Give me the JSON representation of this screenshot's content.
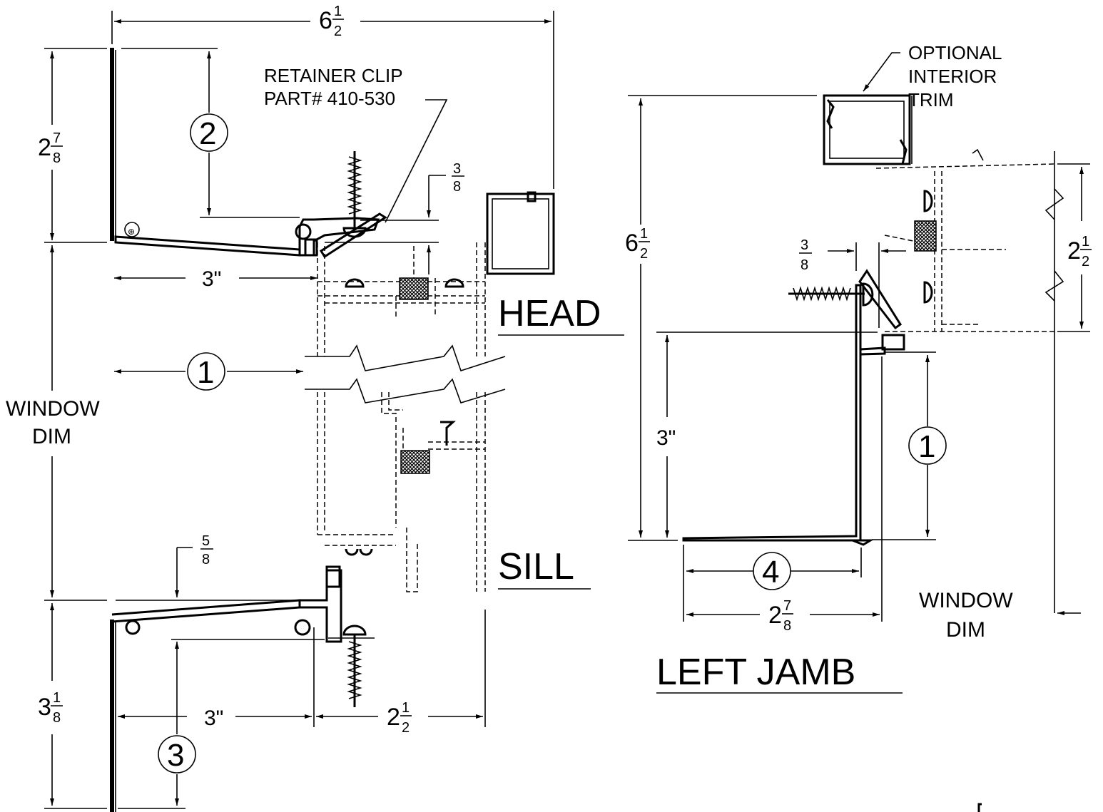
{
  "sections": {
    "head": "HEAD",
    "sill": "SILL",
    "left_jamb": "LEFT JAMB"
  },
  "notes": {
    "retainer_clip_line1": "RETAINER  CLIP",
    "retainer_clip_line2": "PART# 410-530",
    "optional_line1": "OPTIONAL",
    "optional_line2": "INTERIOR",
    "optional_line3": "TRIM",
    "window_dim_line1": "WINDOW",
    "window_dim_line2": "DIM",
    "jamb_window_dim_line1": "WINDOW",
    "jamb_window_dim_line2": "DIM"
  },
  "dimensions": {
    "top_width": {
      "whole": "6",
      "num": "1",
      "den": "2"
    },
    "head_height": {
      "whole": "2",
      "num": "7",
      "den": "8"
    },
    "head_clip": {
      "num": "3",
      "den": "8"
    },
    "head_return": "3\"",
    "sill_drop": {
      "num": "5",
      "den": "8"
    },
    "sill_height": {
      "whole": "3",
      "num": "1",
      "den": "8"
    },
    "sill_return": "3\"",
    "sill_depth": {
      "whole": "2",
      "num": "1",
      "den": "2"
    },
    "jamb_overall": {
      "whole": "6",
      "num": "1",
      "den": "2"
    },
    "jamb_clip": {
      "num": "3",
      "den": "8"
    },
    "jamb_return": "3\"",
    "jamb_frame": {
      "whole": "2",
      "num": "1",
      "den": "2"
    },
    "jamb_width": {
      "whole": "2",
      "num": "7",
      "den": "8"
    }
  },
  "callouts": [
    "1",
    "2",
    "3",
    "4",
    "1"
  ]
}
